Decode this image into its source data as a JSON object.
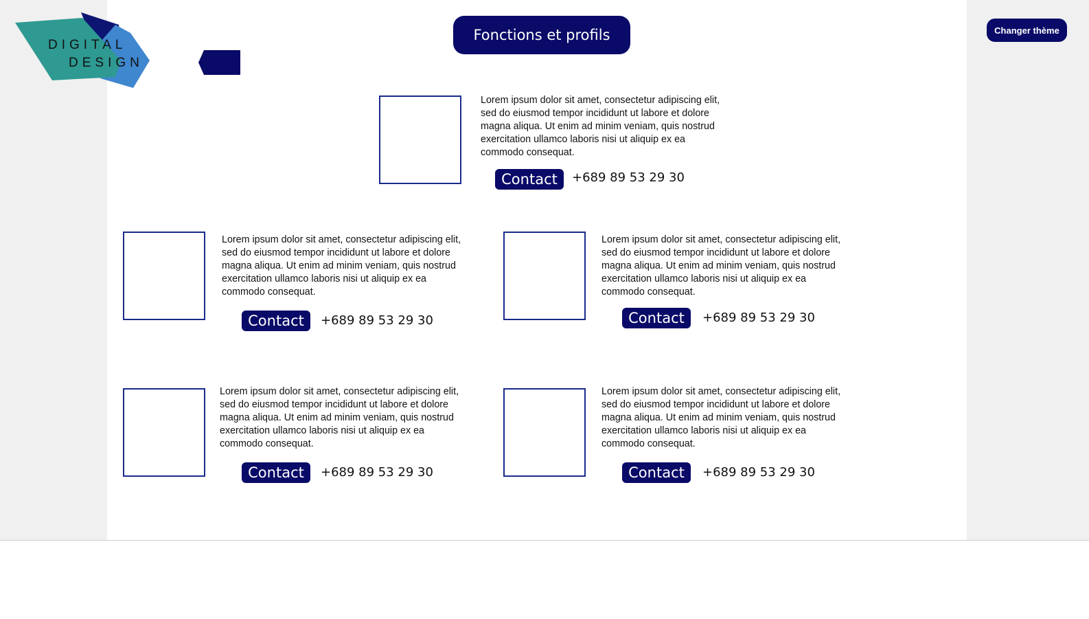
{
  "brand": {
    "line1": "DIGITAL",
    "line2": "DESIGN",
    "colors": {
      "teal": "#2e9a92",
      "navy": "#0d1573",
      "blue": "#3f87cf"
    }
  },
  "header": {
    "title": "Fonctions et profils",
    "theme_button": "Changer thème"
  },
  "colors": {
    "accent": "#0a0a68",
    "frame": "#1a2a8a",
    "sidebar": "#f0f0f0"
  },
  "profiles": [
    {
      "description": "Lorem ipsum dolor sit amet, consectetur adipiscing elit, sed do eiusmod tempor incididunt ut labore et dolore magna aliqua. Ut enim ad minim veniam, quis nostrud exercitation ullamco laboris nisi ut aliquip ex ea commodo consequat.",
      "contact_label": "Contact",
      "phone": "+689 89 53 29 30"
    },
    {
      "description": "Lorem ipsum dolor sit amet, consectetur adipiscing elit, sed do eiusmod tempor incididunt ut labore et dolore magna aliqua. Ut enim ad minim veniam, quis nostrud exercitation ullamco laboris nisi ut aliquip ex ea commodo consequat.",
      "contact_label": "Contact",
      "phone": "+689 89 53 29 30"
    },
    {
      "description": "Lorem ipsum dolor sit amet, consectetur adipiscing elit, sed do eiusmod tempor incididunt ut labore et dolore magna aliqua. Ut enim ad minim veniam, quis nostrud exercitation ullamco laboris nisi ut aliquip ex ea commodo consequat.",
      "contact_label": "Contact",
      "phone": "+689 89 53 29 30"
    },
    {
      "description": "Lorem ipsum dolor sit amet, consectetur adipiscing elit, sed do eiusmod tempor incididunt ut labore et dolore magna aliqua. Ut enim ad minim veniam, quis nostrud exercitation ullamco laboris nisi ut aliquip ex ea commodo consequat.",
      "contact_label": "Contact",
      "phone": "+689 89 53 29 30"
    },
    {
      "description": "Lorem ipsum dolor sit amet, consectetur adipiscing elit, sed do eiusmod tempor incididunt ut labore et dolore magna aliqua. Ut enim ad minim veniam, quis nostrud exercitation ullamco laboris nisi ut aliquip ex ea commodo consequat.",
      "contact_label": "Contact",
      "phone": "+689 89 53 29 30"
    }
  ]
}
